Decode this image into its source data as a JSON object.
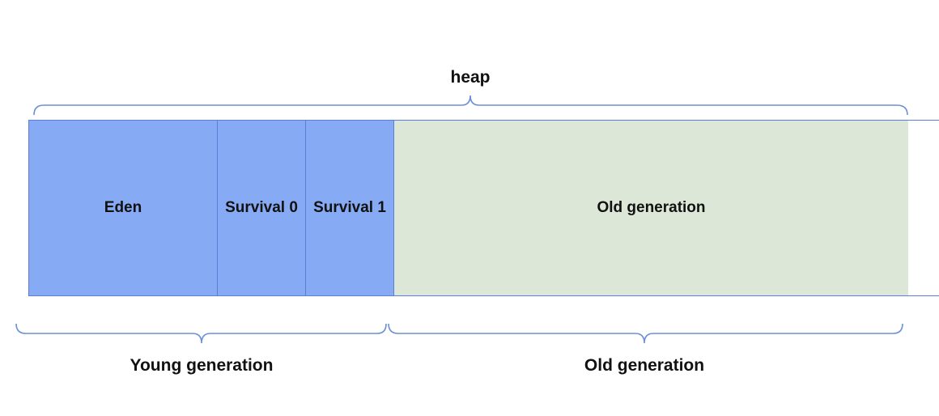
{
  "title": "heap",
  "regions": {
    "eden": "Eden",
    "survivor0": "Survival 0",
    "survivor1": "Survival 1",
    "old": "Old generation"
  },
  "groups": {
    "young": "Young generation",
    "old": "Old generation"
  },
  "colors": {
    "young_fill": "#86abf4",
    "old_fill": "#dce7d8",
    "border": "#5b7fd6",
    "brace": "#6b8ed8"
  }
}
